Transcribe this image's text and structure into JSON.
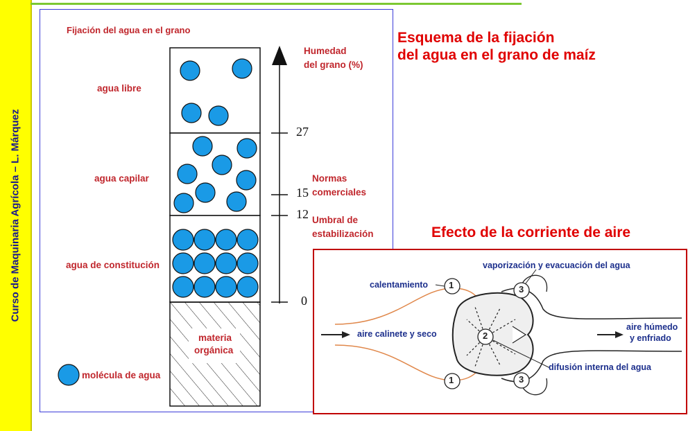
{
  "sidebar": {
    "text": "Curso de Maquinaria Agrícola – L. Márquez"
  },
  "header": {
    "line_color": "#7cc832"
  },
  "colors": {
    "title_red": "#e00000",
    "label_red": "#c0262c",
    "blue_label": "#1c2f8c",
    "water": "#1a9ae6",
    "sidebar_bg": "#ffff00"
  },
  "diagram1": {
    "title": "Fijación del agua en el grano",
    "layers": {
      "free": "agua libre",
      "capillary": "agua capilar",
      "constitution": "agua de constitución",
      "organic_1": "materia",
      "organic_2": "orgánica"
    },
    "axis_title_1": "Humedad",
    "axis_title_2": "del grano (%)",
    "ticks": [
      "27",
      "15",
      "12",
      "0"
    ],
    "notes": {
      "commercial_1": "Normas",
      "commercial_2": "comerciales",
      "stabilization_1": "Umbral de",
      "stabilization_2": "estabilización"
    },
    "legend": "molécula de agua"
  },
  "heading1": {
    "line1": "Esquema de la fijación",
    "line2": "del agua en el grano de maíz"
  },
  "heading2": "Efecto de la corriente de aire",
  "diagram2": {
    "heating": "calentamiento",
    "vaporization": "vaporización y evacuación del agua",
    "air_in": "aire calinete y seco",
    "air_out_1": "aire húmedo",
    "air_out_2": "y enfriado",
    "diffusion": "difusión interna del agua",
    "markers": [
      "1",
      "2",
      "3"
    ]
  }
}
